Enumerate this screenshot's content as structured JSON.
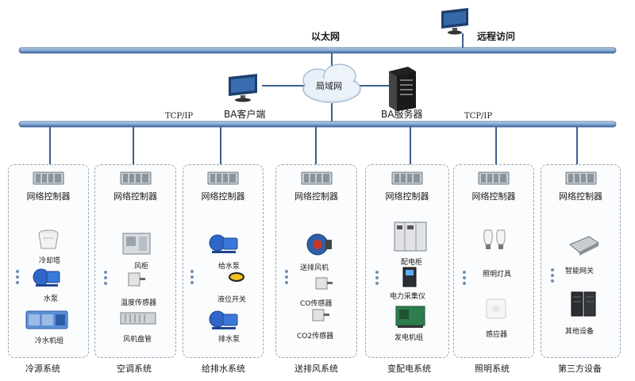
{
  "top_network": {
    "ethernet_label": "以太网",
    "remote_access_label": "远程访问",
    "lan_label": "局域网"
  },
  "mid_network": {
    "client_label": "BA客户端",
    "server_label": "BA服务器",
    "tcpip_left": "TCP/IP",
    "tcpip_right": "TCP/IP"
  },
  "controller_label": "网络控制器",
  "systems": [
    {
      "name": "冷源系统",
      "devices": [
        "冷却塔",
        "水泵",
        "冷水机组"
      ]
    },
    {
      "name": "空调系统",
      "devices": [
        "风柜",
        "温度传感器",
        "风机盘管"
      ]
    },
    {
      "name": "给排水系统",
      "devices": [
        "给水泵",
        "液位开关",
        "排水泵"
      ]
    },
    {
      "name": "送排风系统",
      "devices": [
        "送排风机",
        "CO传感器",
        "CO2传感器"
      ]
    },
    {
      "name": "变配电系统",
      "devices": [
        "配电柜",
        "电力采集仪",
        "发电机组"
      ]
    },
    {
      "name": "照明系统",
      "devices": [
        "照明灯具",
        "感应器"
      ]
    },
    {
      "name": "第三方设备",
      "devices": [
        "智能网关",
        "其他设备"
      ]
    }
  ]
}
